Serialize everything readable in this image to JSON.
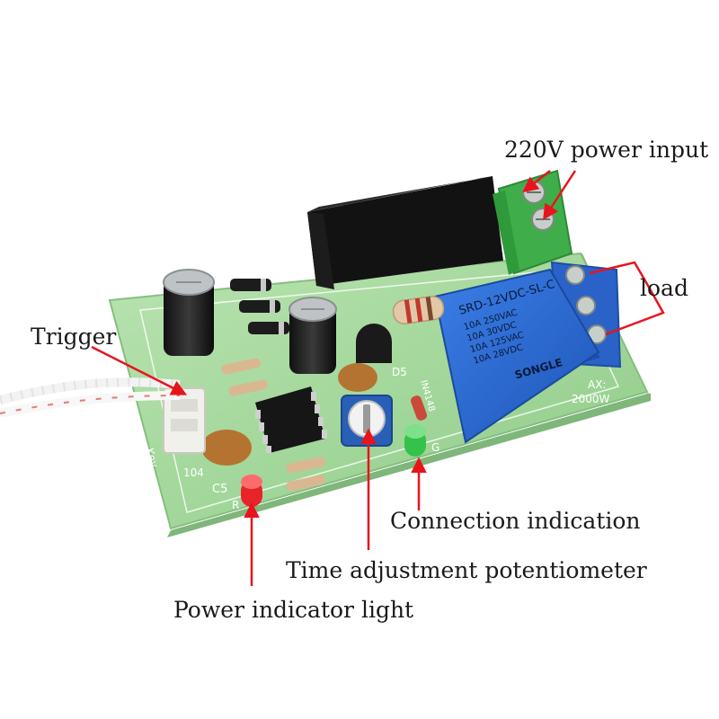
{
  "labels": {
    "power_input": "220V power input",
    "load": "load",
    "trigger": "Trigger",
    "connection_indication": "Connection indication",
    "time_adjustment": "Time adjustment potentiometer",
    "power_indicator": "Power indicator light"
  },
  "silkscreen": {
    "key": "Key",
    "cap_code": "104",
    "cap_ref": "C5",
    "led_r": "R",
    "led_g": "G",
    "diode_ref": "D5",
    "diode_part": "IN4148",
    "max_label": "AX:",
    "max_power": "2000W"
  },
  "relay": {
    "model": "SRD-12VDC-SL-C",
    "rating_1": "10A 250VAC",
    "rating_2": "10A 30VDC",
    "rating_3": "10A 125VAC",
    "rating_4": "10A 28VDC",
    "brand": "SONGLE"
  },
  "colors": {
    "pcb": "#a8d9a0",
    "relay": "#2f6fd6",
    "terminal_green": "#3fae4a",
    "terminal_blue": "#2a62c8",
    "arrow": "#e8141c"
  }
}
